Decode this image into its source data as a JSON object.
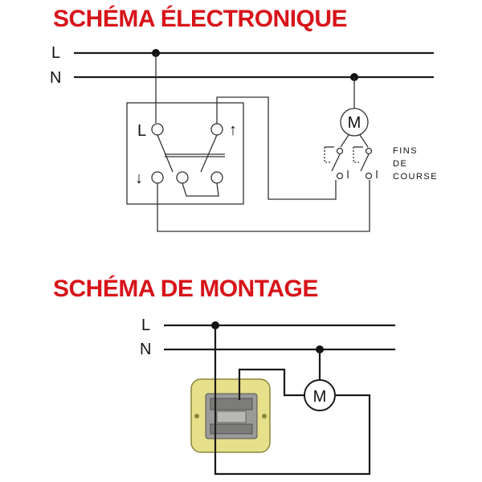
{
  "accent_color": "#d7141a",
  "wire_color": "#1a1a1a",
  "plate_color": "#e6e08a",
  "electronic": {
    "title": "SCHÉMA ÉLECTRONIQUE",
    "line_label": "L",
    "neutral_label": "N",
    "switch_terminal_label": "L",
    "arrow_up": "↑",
    "arrow_down": "↓",
    "motor_label": "M",
    "limits_label": [
      "FINS",
      "DE",
      "COURSE"
    ]
  },
  "assembly": {
    "title": "SCHÉMA DE MONTAGE",
    "line_label": "L",
    "neutral_label": "N",
    "motor_label": "M"
  }
}
